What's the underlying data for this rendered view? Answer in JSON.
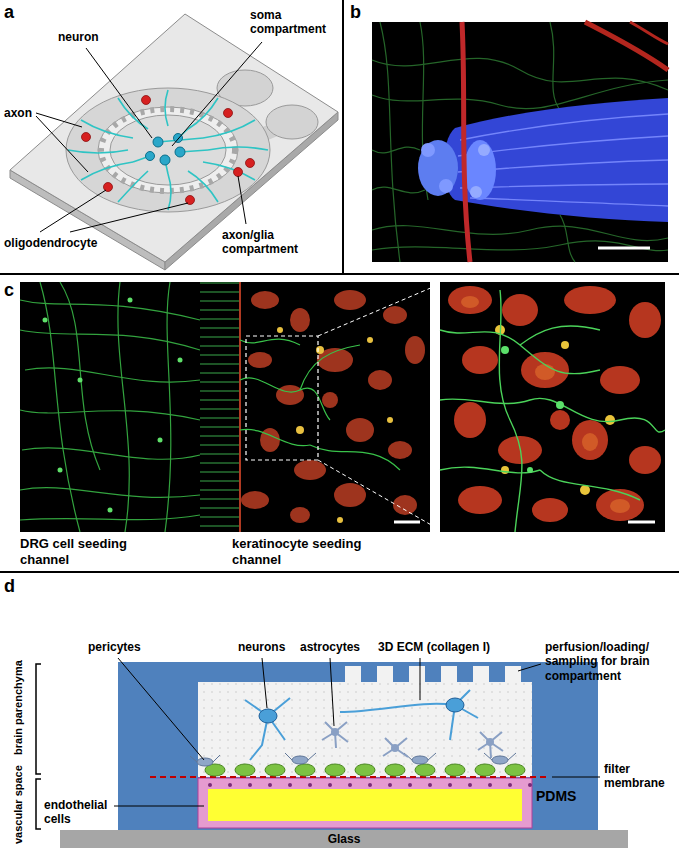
{
  "diagram": {
    "nodes": [
      {
        "text": [
          "PDMS"
        ]
      },
      {
        "text": [
          "Glass"
        ]
      }
    ],
    "labels": [
      "a",
      "neuron",
      "soma compartment",
      "axon",
      "oligodendrocyte",
      "axon/glia compartment",
      "b",
      "c",
      "DRG cell seeding channel",
      "keratinocyte seeding channel",
      "d",
      "pericytes",
      "neurons",
      "astrocytes",
      "3D ECM (collagen I)",
      "perfusion/loading/ sampling for brain compartment",
      "filter membrane",
      "endothelial cells",
      "brain parenchyma",
      "vascular space"
    ]
  }
}
